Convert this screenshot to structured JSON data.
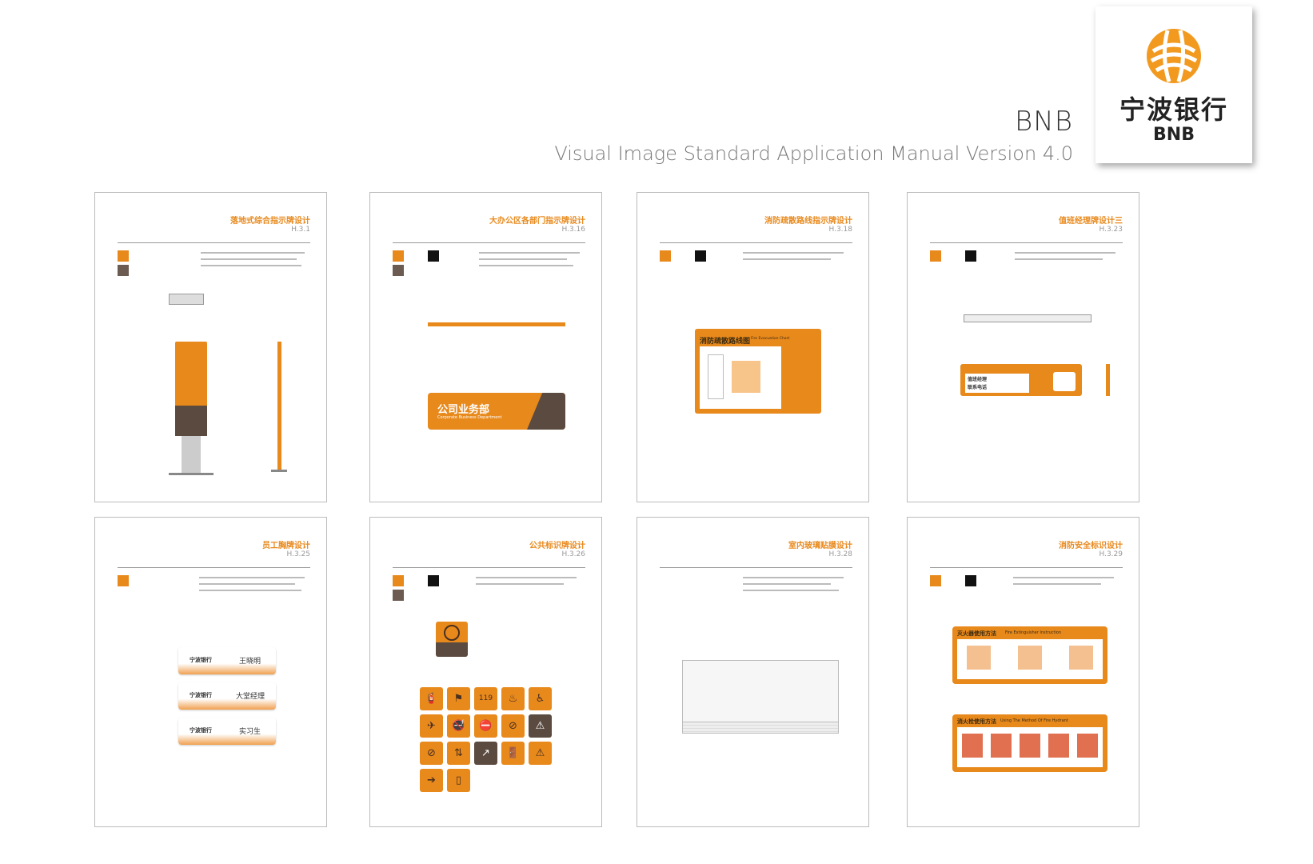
{
  "header": {
    "brand_code": "BNB",
    "manual_title": "Visual Image Standard Application Manual Version 4.0"
  },
  "logo": {
    "name_cn": "宁波银行",
    "name_en": "BNB"
  },
  "colors": {
    "accent": "#e8891c",
    "dark": "#111111",
    "warm_gray": "#6b5b50"
  },
  "pages": [
    {
      "title": "落地式综合指示牌设计",
      "code": "H.3.1"
    },
    {
      "title": "大办公区各部门指示牌设计",
      "code": "H.3.16"
    },
    {
      "title": "消防疏散路线指示牌设计",
      "code": "H.3.18"
    },
    {
      "title": "值班经理牌设计三",
      "code": "H.3.23"
    },
    {
      "title": "员工胸牌设计",
      "code": "H.3.25"
    },
    {
      "title": "公共标识牌设计",
      "code": "H.3.26"
    },
    {
      "title": "室内玻璃贴膜设计",
      "code": "H.3.28"
    },
    {
      "title": "消防安全标识设计",
      "code": "H.3.29"
    }
  ],
  "page_details": {
    "dept_sign_cn": "公司业务部",
    "dept_sign_en": "Corporate Business Department",
    "fire_chart_cn": "消防疏散路线图",
    "fire_chart_en": "Fire Evacuation Chart",
    "manager_title": "值班经理",
    "manager_sub": "联系电话",
    "badges": [
      {
        "bank": "宁波银行",
        "name": "王晓明"
      },
      {
        "bank": "宁波银行",
        "name": "大堂经理"
      },
      {
        "bank": "宁波银行",
        "name": "实习生"
      }
    ],
    "extinguisher_cn": "灭火器使用方法",
    "extinguisher_en": "Fire Extinguisher Instruction",
    "hydrant_cn": "消火栓使用方法",
    "hydrant_en": "Using The Method Of Fire Hydrant",
    "public_icon_119": "119"
  }
}
